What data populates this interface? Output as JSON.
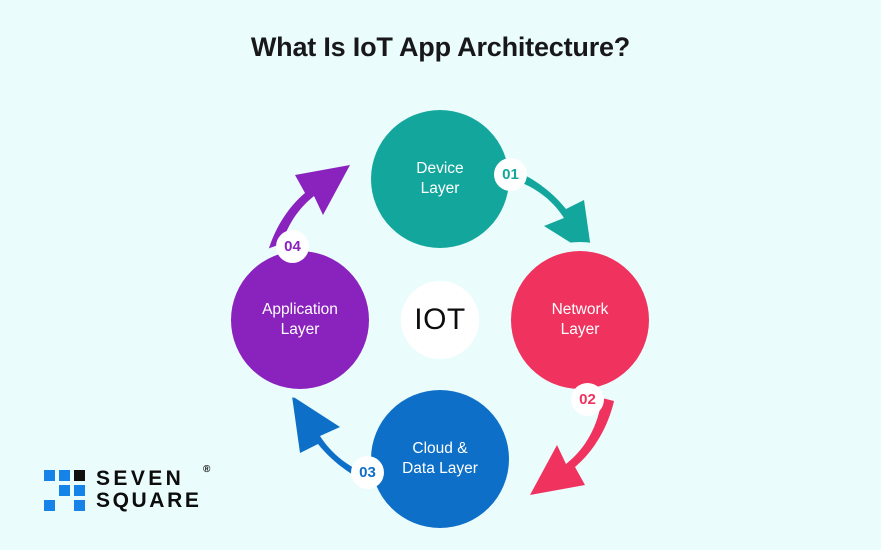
{
  "page": {
    "title": "What Is IoT App Architecture?",
    "background_color": "#eafcfc"
  },
  "diagram": {
    "type": "cycle-diagram",
    "center": {
      "label": "IOT",
      "hub_color": "#d5d5d5",
      "core_color": "#ffffff",
      "core_text_color": "#0d0d0d"
    },
    "nodes": [
      {
        "id": "device-layer",
        "position": "top",
        "label_line_1": "Device",
        "label_line_2": "Layer",
        "badge": "01",
        "color": "#13a69c",
        "text_color": "#ffffff"
      },
      {
        "id": "network-layer",
        "position": "right",
        "label_line_1": "Network",
        "label_line_2": "Layer",
        "badge": "02",
        "color": "#f0325e",
        "text_color": "#ffffff"
      },
      {
        "id": "cloud-data-layer",
        "position": "bottom",
        "label_line_1": "Cloud &",
        "label_line_2": "Data Layer",
        "badge": "03",
        "color": "#0d6fc7",
        "text_color": "#ffffff"
      },
      {
        "id": "application-layer",
        "position": "left",
        "label_line_1": "Application",
        "label_line_2": "Layer",
        "badge": "04",
        "color": "#8a22bd",
        "text_color": "#ffffff"
      }
    ],
    "arrows": [
      {
        "from": "device-layer",
        "to": "network-layer",
        "color": "#13a69c",
        "badge": "01",
        "direction": "down-right"
      },
      {
        "from": "network-layer",
        "to": "cloud-data-layer",
        "color": "#f0325e",
        "badge": "02",
        "direction": "down-left"
      },
      {
        "from": "cloud-data-layer",
        "to": "application-layer",
        "color": "#0d6fc7",
        "badge": "03",
        "direction": "up-left"
      },
      {
        "from": "application-layer",
        "to": "device-layer",
        "color": "#8a22bd",
        "badge": "04",
        "direction": "up-right"
      }
    ]
  },
  "logo": {
    "line_1": "SEVEN",
    "line_2": "SQUARE",
    "registered_mark": "®",
    "mark_blue": "#1583e8",
    "mark_black": "#101010",
    "mark_grid": [
      [
        "blue",
        "blue",
        "black"
      ],
      [
        "empty",
        "blue",
        "blue"
      ],
      [
        "blue",
        "empty",
        "blue"
      ]
    ]
  }
}
